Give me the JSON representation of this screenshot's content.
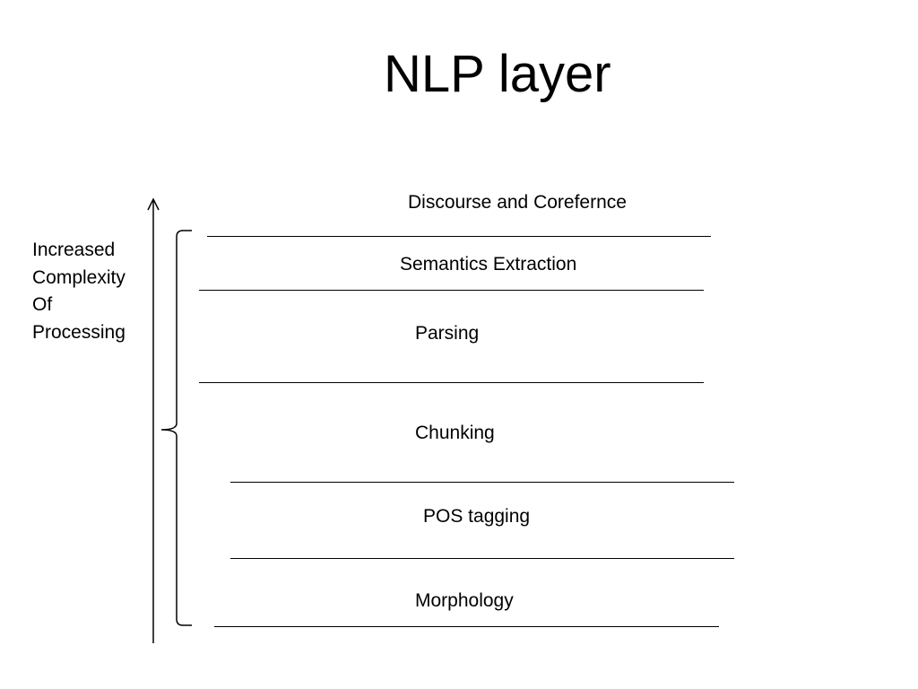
{
  "slide": {
    "title": "NLP layer"
  },
  "axis": {
    "label_lines": [
      "Increased",
      "Complexity",
      "Of",
      "Processing"
    ],
    "direction": "up"
  },
  "layers": [
    {
      "label": "Discourse and Corefernce"
    },
    {
      "label": "Semantics Extraction"
    },
    {
      "label": "Parsing"
    },
    {
      "label": "Chunking"
    },
    {
      "label": "POS tagging"
    },
    {
      "label": "Morphology"
    }
  ],
  "colors": {
    "text": "#000000",
    "lines": "#000000",
    "background": "#ffffff"
  }
}
